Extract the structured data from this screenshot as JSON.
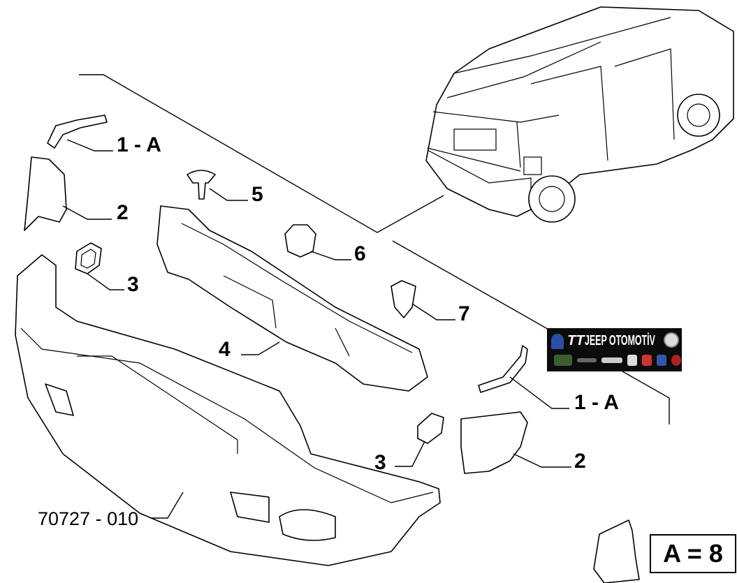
{
  "diagram": {
    "callouts": {
      "c1a_top": "1 - A",
      "c2_left": "2",
      "c3_left": "3",
      "c4": "4",
      "c5": "5",
      "c6": "6",
      "c7": "7",
      "c1a_right": "1 - A",
      "c2_right": "2",
      "c3_right": "3",
      "part_number": "70727 - 010"
    },
    "kit": {
      "label": "A = 8"
    },
    "watermark": {
      "brand": "JEEP OTOMOTİV",
      "initials": "TT"
    },
    "colors": {
      "line": "#000000",
      "background": "#ffffff",
      "logo_bg": "#0b0b0b"
    }
  }
}
